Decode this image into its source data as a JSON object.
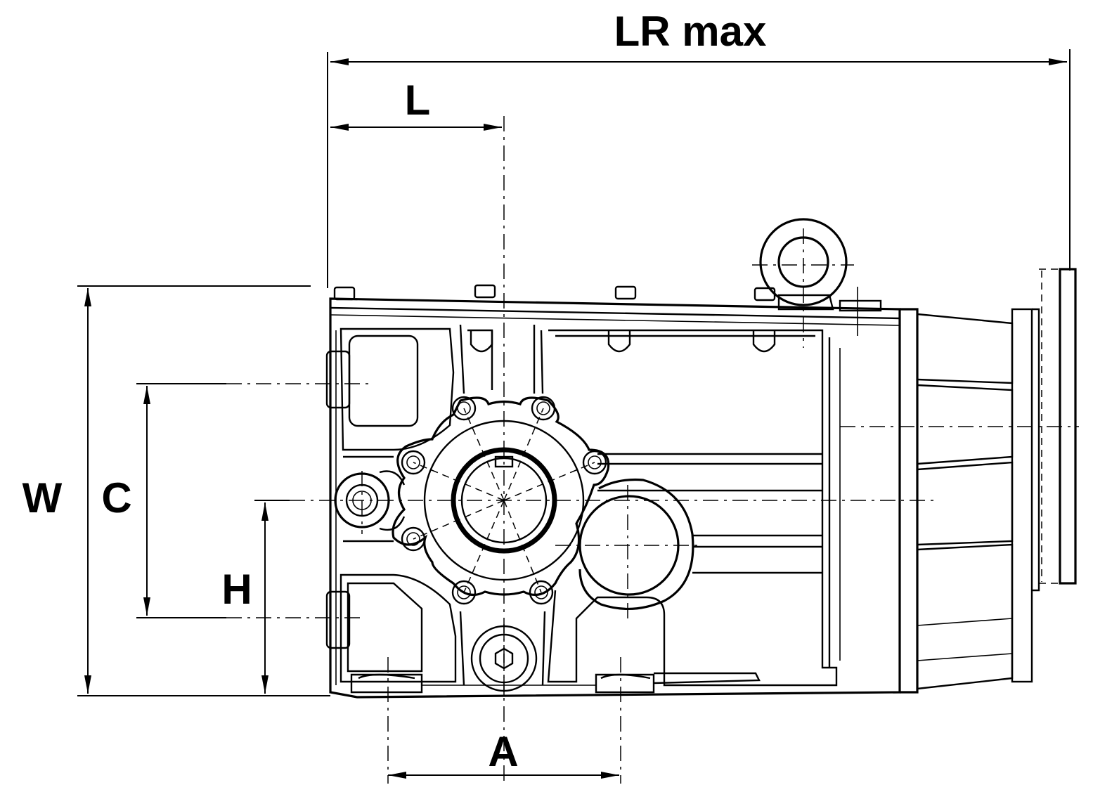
{
  "labels": {
    "lr_max": "LR max",
    "l": "L",
    "w": "W",
    "c": "C",
    "h": "H",
    "a": "A"
  }
}
